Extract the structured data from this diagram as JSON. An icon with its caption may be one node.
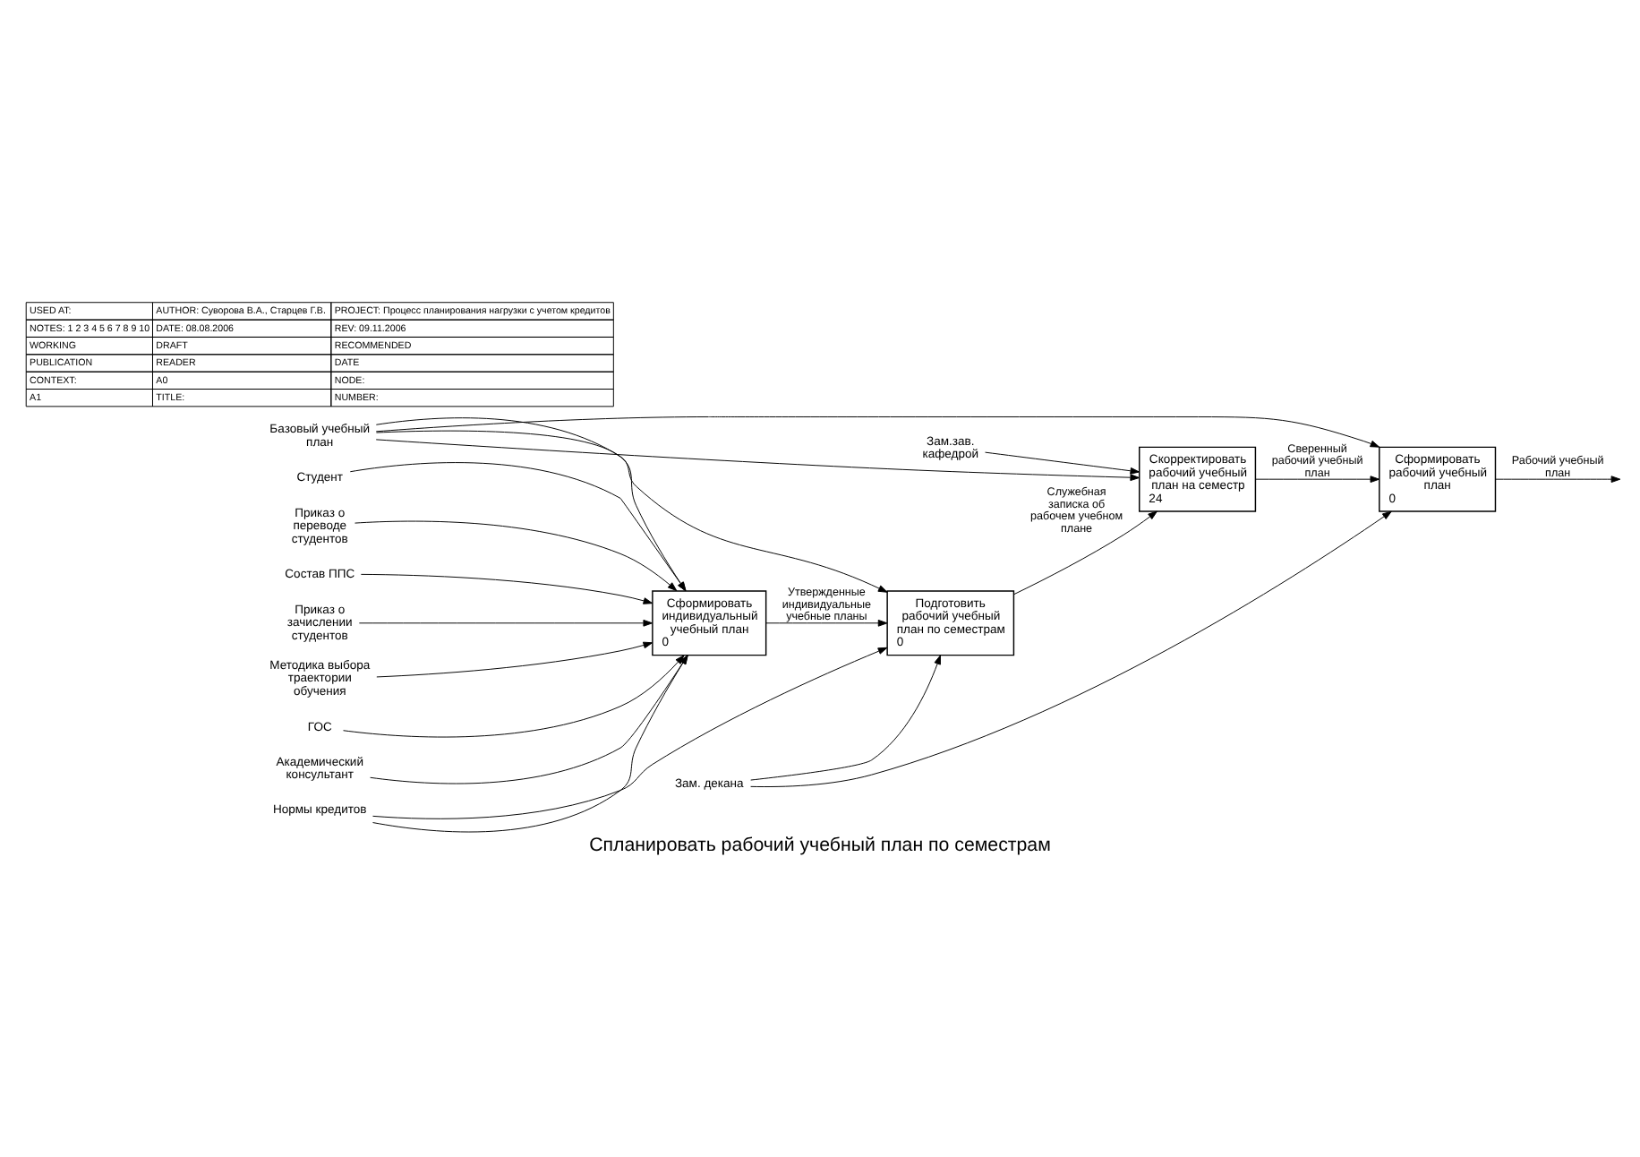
{
  "diagram": {
    "title": "Спланировать рабочий учебный план по семестрам",
    "nodes": [
      {
        "text": [
          "Сформировать индивидуальный учебный план",
          "0"
        ]
      },
      {
        "text": [
          "Подготовить рабочий учебный план по семестрам",
          "0"
        ]
      },
      {
        "text": [
          "Скорректировать рабочий учебный план на семестр",
          "24"
        ]
      },
      {
        "text": [
          "Сформировать рабочий учебный план",
          "0"
        ]
      },
      {
        "text": [
          "Приказ о переводе студентов"
        ]
      },
      {
        "text": [
          "Состав ППС"
        ]
      },
      {
        "text": [
          "Приказ о зачислении студентов"
        ]
      },
      {
        "text": [
          "Методика выбора траектории обучения"
        ]
      },
      {
        "text": [
          "ГОС"
        ]
      },
      {
        "text": [
          "Нормы кредитов"
        ]
      },
      {
        "text": [
          "Базовый учебный план"
        ]
      },
      {
        "text": [
          "Академический консультант"
        ]
      },
      {
        "text": [
          "Студент"
        ]
      },
      {
        "text": [
          "Зам. декана"
        ]
      },
      {
        "text": [
          "Зам.зав. кафедрой"
        ]
      }
    ],
    "edges": [
      {
        "from": 4,
        "to": 0,
        "arrow": "to"
      },
      {
        "from": 5,
        "to": 0,
        "arrow": "to"
      },
      {
        "from": 6,
        "to": 0,
        "arrow": "to"
      },
      {
        "from": 7,
        "to": 0,
        "arrow": "to"
      },
      {
        "from": 8,
        "to": 0,
        "arrow": "to"
      },
      {
        "from": 9,
        "to": 0,
        "arrow": "to"
      },
      {
        "from": 10,
        "to": 0,
        "arrow": "to"
      },
      {
        "from": 9,
        "to": 1,
        "arrow": "to"
      },
      {
        "from": 10,
        "to": 1,
        "arrow": "to"
      },
      {
        "from": 10,
        "to": 2,
        "arrow": "to"
      },
      {
        "from": 10,
        "to": 3,
        "arrow": "to"
      },
      {
        "from": 0,
        "to": 1,
        "label": "Утвержденные индивидуальные учебные планы",
        "arrow": "to"
      },
      {
        "from": 1,
        "to": 2,
        "label": "Служебная записка об рабочем учебном плане",
        "arrow": "to"
      },
      {
        "from": 2,
        "to": 3,
        "label": "Сверенный рабочий учебный план",
        "arrow": "to"
      },
      {
        "from": 3,
        "to": null,
        "label": "Рабочий учебный план",
        "arrow": "to"
      },
      {
        "from": 11,
        "to": 0,
        "arrow": "to"
      },
      {
        "from": 12,
        "to": 0,
        "arrow": "to"
      },
      {
        "from": 13,
        "to": 1,
        "arrow": "to"
      },
      {
        "from": 13,
        "to": 3,
        "arrow": "to"
      },
      {
        "from": 14,
        "to": 2,
        "arrow": "to"
      }
    ],
    "labels": [
      "USED AT:",
      "AUTHOR: Суворова В.А., Старцев Г.В.",
      "PROJECT: Процесс планирования нагрузки с учетом кредитов",
      "NOTES: 1 2 3 4 5 6 7 8 9 10",
      "DATE: 08.08.2006",
      "REV: 09.11.2006",
      "WORKING",
      "DRAFT",
      "RECOMMENDED",
      "PUBLICATION",
      "READER",
      "DATE",
      "CONTEXT:",
      "A0",
      "NODE:",
      "A1",
      "TITLE:",
      "NUMBER:"
    ]
  }
}
